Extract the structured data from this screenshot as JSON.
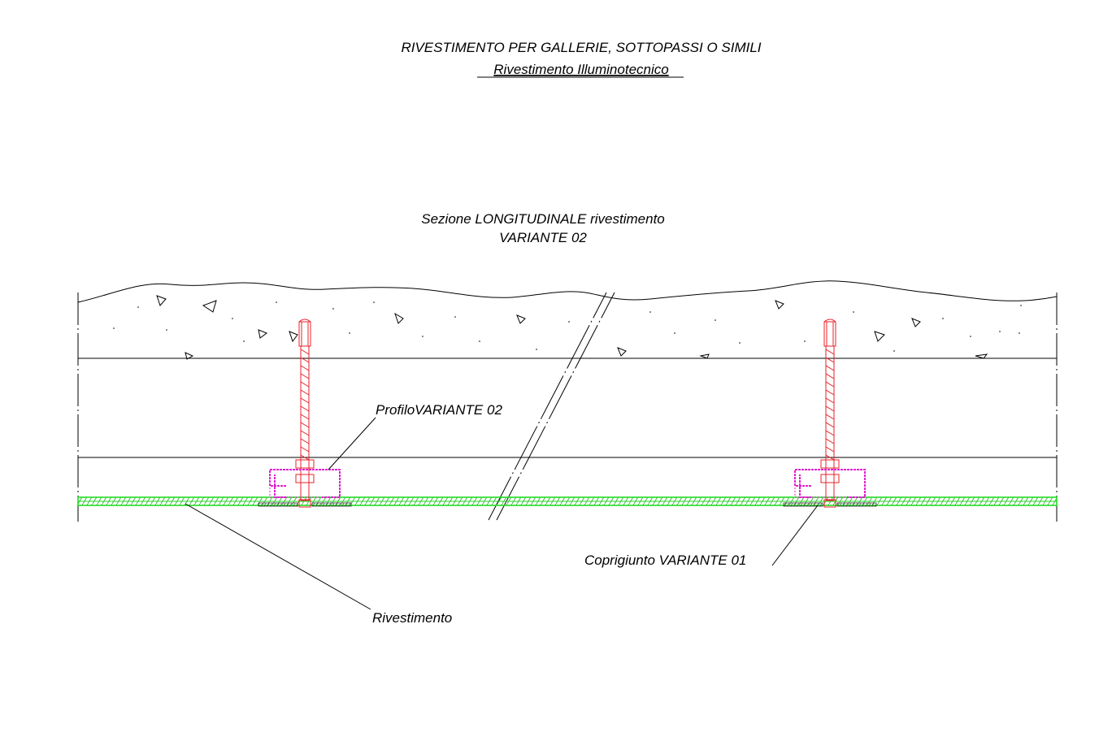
{
  "header": {
    "title": "RIVESTIMENTO PER GALLERIE, SOTTOPASSI O SIMILI",
    "subtitle": "Rivestimento Illuminotecnico"
  },
  "section": {
    "title": "Sezione LONGITUDINALE rivestimento",
    "variant": "VARIANTE 02"
  },
  "labels": {
    "profile": "ProfiloVARIANTE 02",
    "joint_cover": "Coprigiunto VARIANTE 01",
    "cladding": "Rivestimento"
  },
  "colors": {
    "line": "#000000",
    "anchor": "#e8202a",
    "profile": "#e020d0",
    "panel": "#22dd22",
    "coverplate": "#555555"
  }
}
